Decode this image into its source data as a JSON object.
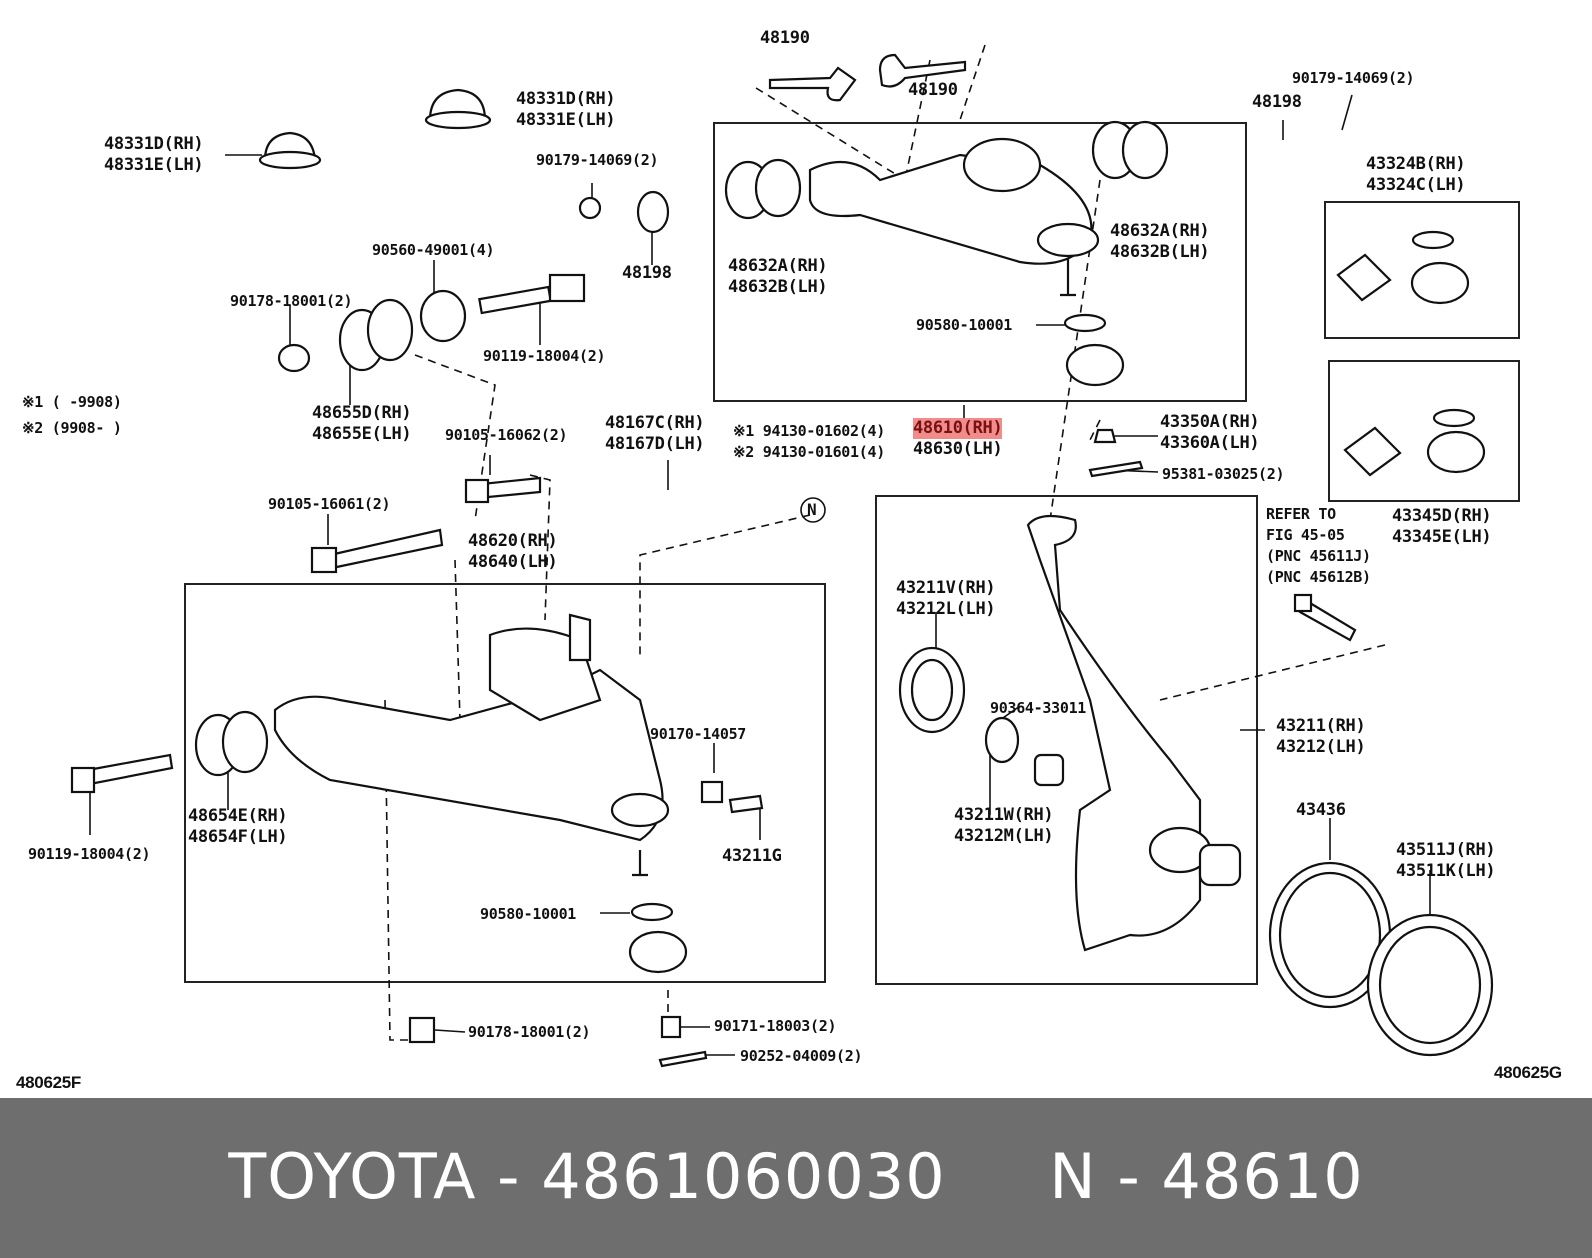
{
  "diagram": {
    "id_left": "480625F",
    "id_right": "480625G",
    "notes": [
      {
        "mark": "※1",
        "range": "(      -9908)"
      },
      {
        "mark": "※2",
        "range": "(9908-      )"
      }
    ],
    "labels": {
      "p48190_top": "48190",
      "p48190_mid": "48190",
      "p48331d_a": [
        "48331D(RH)",
        "48331E(LH)"
      ],
      "p48331d_b": [
        "48331D(RH)",
        "48331E(LH)"
      ],
      "p90179_a": "90179-14069(2)",
      "p90179_b": "90179-14069(2)",
      "p48198_a": "48198",
      "p48198_b": "48198",
      "p43324b": [
        "43324B(RH)",
        "43324C(LH)"
      ],
      "p48632_left": [
        "48632A(RH)",
        "48632B(LH)"
      ],
      "p48632_right": [
        "48632A(RH)",
        "48632B(LH)"
      ],
      "p90560": "90560-49001(4)",
      "p90178_top": "90178-18001(2)",
      "p90119_top": "90119-18004(2)",
      "p90580_top": "90580-10001",
      "p48655d": [
        "48655D(RH)",
        "48655E(LH)"
      ],
      "p90105_16062": "90105-16062(2)",
      "p48167c": [
        "48167C(RH)",
        "48167D(LH)"
      ],
      "p94130": [
        "※1 94130-01602(4)",
        "※2 94130-01601(4)"
      ],
      "p48610": "48610(RH)",
      "p48630": "48630(LH)",
      "p43350a": [
        "43350A(RH)",
        "43360A(LH)"
      ],
      "p95381": "95381-03025(2)",
      "p43345d": [
        "43345D(RH)",
        "43345E(LH)"
      ],
      "p90105_16061": "90105-16061(2)",
      "p48620": [
        "48620(RH)",
        "48640(LH)"
      ],
      "p_refer": [
        "REFER TO",
        "FIG 45-05",
        "(PNC 45611J)",
        "(PNC 45612B)"
      ],
      "p43211v": [
        "43211V(RH)",
        "43212L(LH)"
      ],
      "p90364": "90364-33011",
      "p43211": [
        "43211(RH)",
        "43212(LH)"
      ],
      "p90170": "90170-14057",
      "p48654e": [
        "48654E(RH)",
        "48654F(LH)"
      ],
      "p43211g": "43211G",
      "p43211w": [
        "43211W(RH)",
        "43212M(LH)"
      ],
      "p43436": "43436",
      "p43511j": [
        "43511J(RH)",
        "43511K(LH)"
      ],
      "p90119_bottom": "90119-18004(2)",
      "p90580_bottom": "90580-10001",
      "p90178_bottom": "90178-18001(2)",
      "p90171": "90171-18003(2)",
      "p90252": "90252-04009(2)",
      "callout_n": "N"
    }
  },
  "footer": {
    "brand": "TOYOTA",
    "sep1": "-",
    "part_number": "4861060030",
    "callout": "N",
    "sep2": "-",
    "pnc": "48610"
  }
}
